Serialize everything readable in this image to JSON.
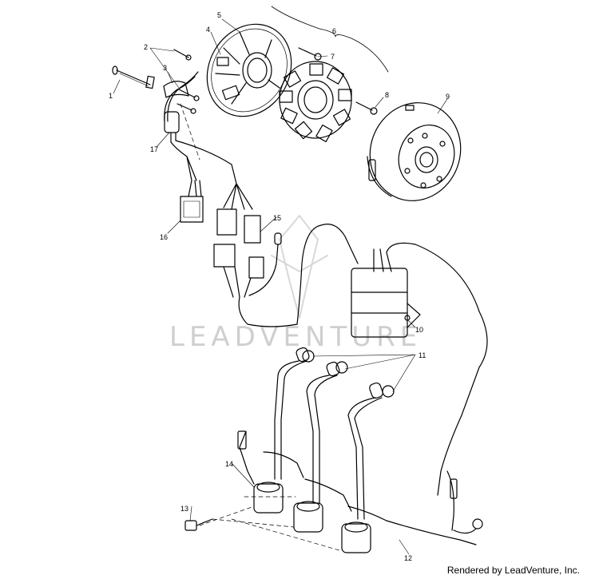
{
  "diagram": {
    "callouts": {
      "c1": "1",
      "c2": "2",
      "c3": "3",
      "c4": "4",
      "c5": "5",
      "c6": "6",
      "c7": "7",
      "c8": "8",
      "c9": "9",
      "c10": "10",
      "c11": "11",
      "c12": "12",
      "c13": "13",
      "c14": "14",
      "c15": "15",
      "c16": "16",
      "c17": "17"
    },
    "watermark": "LEADVENTURE",
    "credit": "Rendered by LeadVenture, Inc."
  }
}
